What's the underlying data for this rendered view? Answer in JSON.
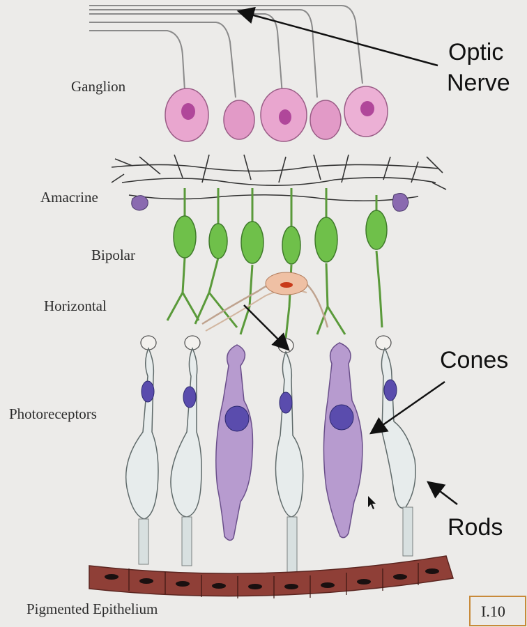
{
  "labels": {
    "ganglion": "Ganglion",
    "amacrine": "Amacrine",
    "bipolar": "Bipolar",
    "horizontal": "Horizontal",
    "photoreceptors": "Photoreceptors",
    "pigmented_epithelium": "Pigmented Epithelium",
    "optic_nerve_line1": "Optic",
    "optic_nerve_line2": "Nerve",
    "cones": "Cones",
    "rods": "Rods",
    "plate_number": "I.10"
  },
  "colors": {
    "background": "#ecebe9",
    "ganglion": "#e9a6cf",
    "ganglion_nucleus": "#b0479a",
    "bipolar": "#6fc04a",
    "amacrine": "#8a6ab0",
    "horizontal": "#efc0a4",
    "rod": "#e7ecec",
    "cone": "#b79bcf",
    "nucleus": "#5a4cad",
    "epithelium": "#8f3f37",
    "arrow": "#111111"
  },
  "icons": {
    "cursor": "mouse-pointer-icon"
  }
}
